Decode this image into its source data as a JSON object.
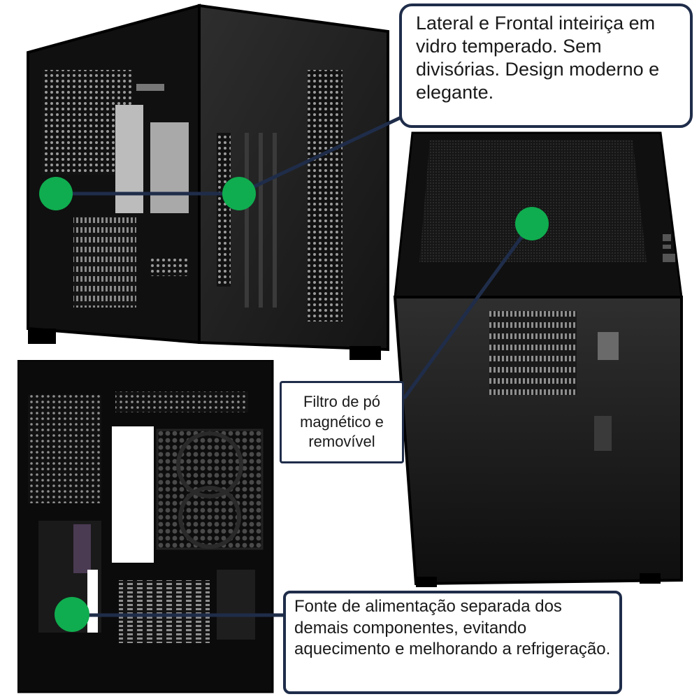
{
  "callouts": {
    "glass": "Lateral e Frontal inteiriça em vidro temperado. Sem divisórias. Design moderno e elegante.",
    "filter": "Filtro de pó magnético e removível",
    "psu": "Fonte de alimentação separada dos demais componentes, evitando aquecimento e melhorando a refrigeração."
  },
  "colors": {
    "marker": "#0fad4f",
    "line": "#1f2d4a",
    "case_body": "#0b0b0b",
    "case_glass": "#1c1c1c"
  }
}
